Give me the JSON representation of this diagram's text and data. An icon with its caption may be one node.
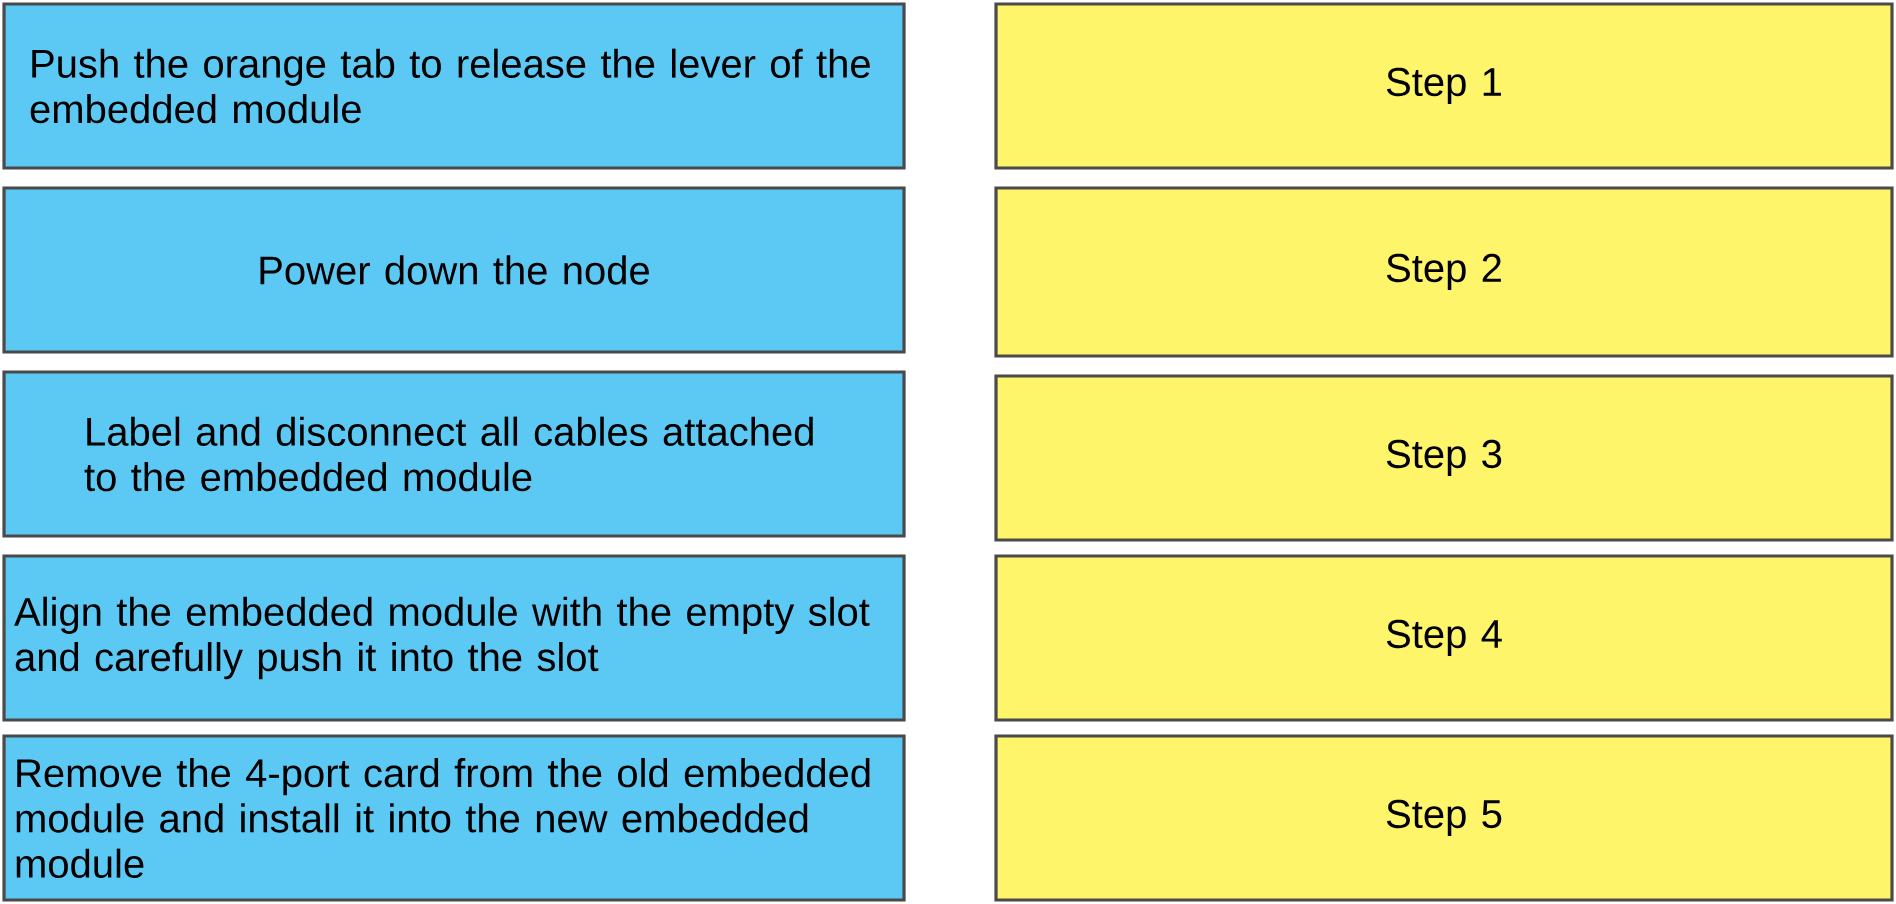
{
  "diagram": {
    "nodes": [
      {
        "text": [
          "Push the orange tab to release the lever of the embedded module"
        ]
      },
      {
        "text": [
          "Power down the node"
        ]
      },
      {
        "text": [
          "Label and disconnect all cables attached to the embedded module"
        ]
      },
      {
        "text": [
          "Align the embedded module with the empty slot and carefully push it into the slot"
        ]
      },
      {
        "text": [
          "Remove the 4-port card from the old embedded module and install it into the new embedded module"
        ]
      },
      {
        "text": [
          "Step 1"
        ]
      },
      {
        "text": [
          "Step 2"
        ]
      },
      {
        "text": [
          "Step 3"
        ]
      },
      {
        "text": [
          "Step 4"
        ]
      },
      {
        "text": [
          "Step 5"
        ]
      }
    ]
  }
}
